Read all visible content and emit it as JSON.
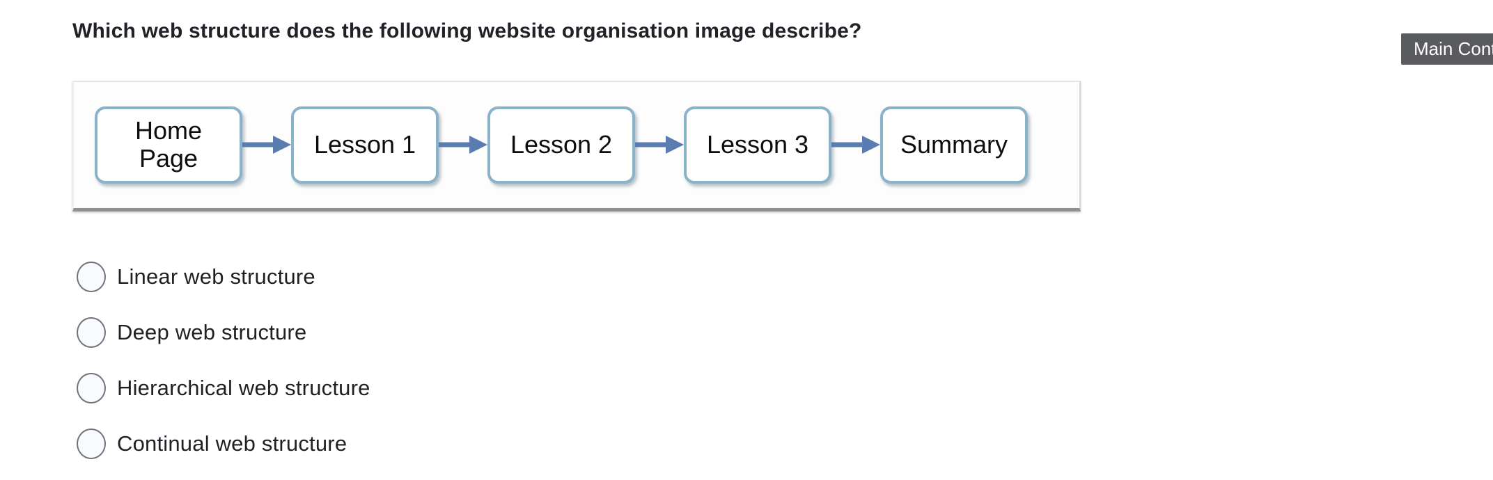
{
  "skip_link": {
    "label": "Main Content",
    "background_color": "#5a5b5e",
    "text_color": "#ffffff"
  },
  "question": {
    "text": "Which web structure does the following website organisation image describe?"
  },
  "diagram": {
    "type": "linear-flow-image",
    "nodes": [
      "Home\nPage",
      "Lesson 1",
      "Lesson 2",
      "Lesson 3",
      "Summary"
    ],
    "node_border_color": "#8ab3c9",
    "node_fill_color": "#ffffff",
    "node_text_color": "#0d0d0d",
    "arrow_color": "#5b7cb1"
  },
  "options": [
    {
      "label": "Linear web structure",
      "selected": false
    },
    {
      "label": "Deep web structure",
      "selected": false
    },
    {
      "label": "Hierarchical web structure",
      "selected": false
    },
    {
      "label": "Continual web structure",
      "selected": false
    }
  ]
}
